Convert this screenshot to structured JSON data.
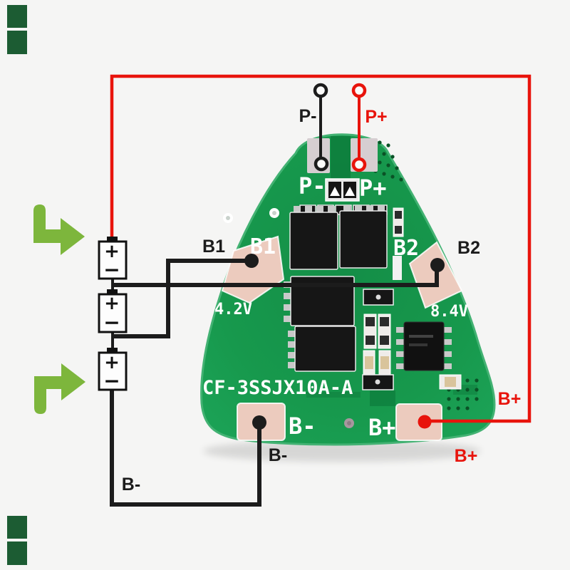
{
  "colors": {
    "background": "#f5f5f4",
    "pcb_green": "#17994d",
    "pcb_edge_light": "#43b273",
    "pcb_dark_trace": "#0d7c3c",
    "pad_pink": "#eccbbe",
    "pad_gray": "#d6ced1",
    "wire_red": "#e8140c",
    "wire_black": "#1c1c1c",
    "arrow_green": "#7db63c",
    "silkscreen_white": "#ffffff",
    "corner_mark_green": "#1c5c33",
    "component_black": "#161616",
    "pin_silver": "#c9c9c9"
  },
  "external_labels": {
    "p_minus_top": "P-",
    "p_plus_top": "P+",
    "b1_left": "B1",
    "b2_right": "B2",
    "b_plus_right": "B+",
    "b_minus_below_pad": "B-",
    "b_plus_below_pad": "B+",
    "b_minus_bottom_left": "B-"
  },
  "silkscreen": {
    "p_minus": "P-",
    "p_plus": "P+",
    "b1": "B1",
    "b2": "B2",
    "voltage_left": "4.2V",
    "voltage_right": "8.4V",
    "model": "CF-3SSJX10A-A",
    "b_minus": "B-",
    "b_plus": "B+"
  },
  "battery_stack": {
    "cells": [
      {
        "plus": "+",
        "minus": "−"
      },
      {
        "plus": "+",
        "minus": "−"
      },
      {
        "plus": "+",
        "minus": "−"
      }
    ]
  },
  "icons": {
    "arrow_top": "turn-down-right-arrow-icon",
    "arrow_bottom": "turn-up-right-arrow-icon",
    "corner_marks": "corner-mark-bars"
  }
}
